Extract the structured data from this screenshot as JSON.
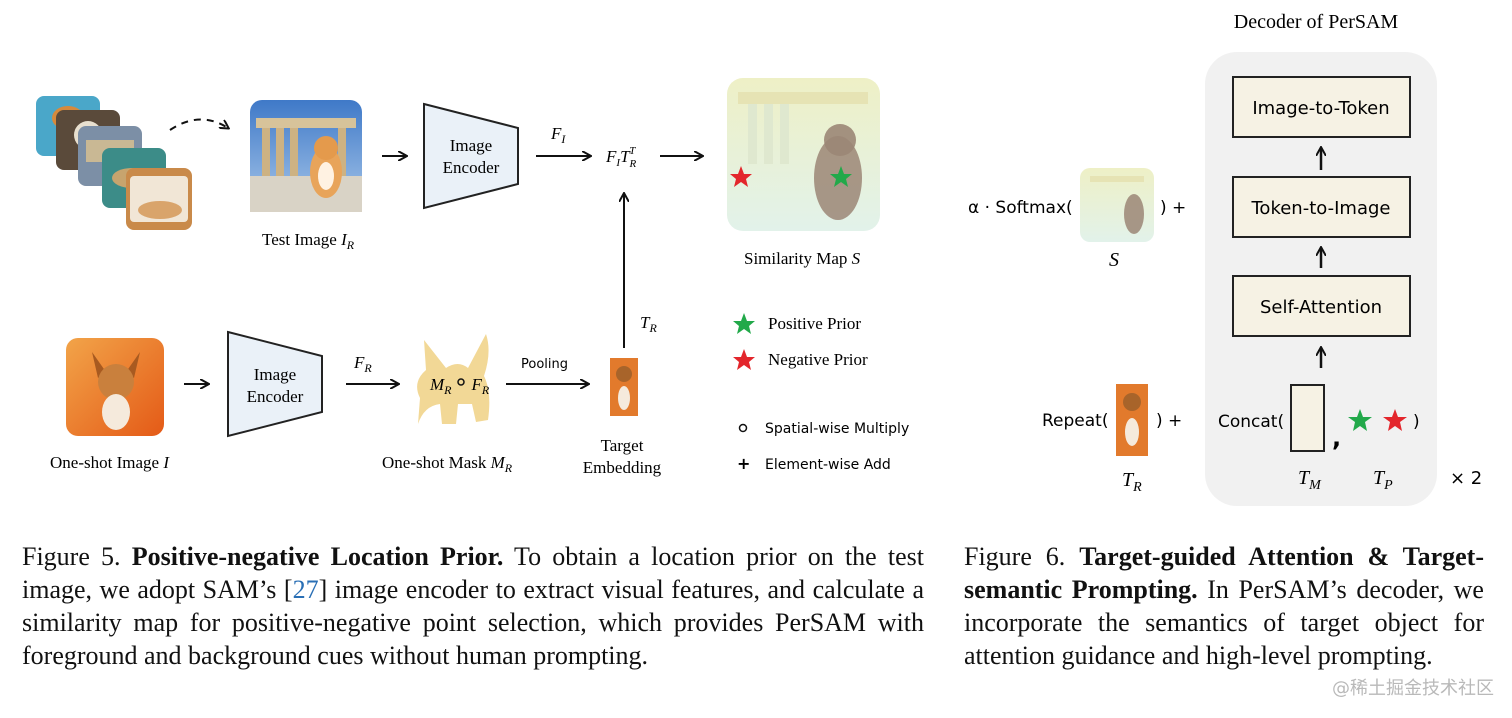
{
  "fig5": {
    "test_image_label": "Test Image ",
    "test_image_sym": "I",
    "test_image_sub": "R",
    "encoder_label_1": "Image",
    "encoder_label_2": "Encoder",
    "fi_label": "F",
    "fi_sub": "I",
    "product_label": "F",
    "product_sub1": "I",
    "product_t": "T",
    "product_sub2": "R",
    "product_sup": "T",
    "similarity_label": "Similarity Map ",
    "similarity_sym": "S",
    "tr_label": "T",
    "tr_sub": "R",
    "positive_prior": "Positive Prior",
    "negative_prior": "Negative Prior",
    "oneshot_image_label": "One-shot Image ",
    "oneshot_image_sym": "I",
    "fr_label": "F",
    "fr_sub": "R",
    "mask_expr_m": "M",
    "mask_expr_msub": "R",
    "mask_expr_f": "F",
    "mask_expr_fsub": "R",
    "pooling_label": "Pooling",
    "oneshot_mask_label": "One-shot Mask ",
    "oneshot_mask_sym": "M",
    "oneshot_mask_sub": "R",
    "target_label_1": "Target",
    "target_label_2": "Embedding",
    "spatial_multiply": "Spatial-wise Multiply",
    "element_add": "Element-wise Add"
  },
  "fig6": {
    "title": "Decoder of PerSAM",
    "softmax_prefix": "α · Softmax(",
    "close_plus": ") +",
    "s_label": "S",
    "repeat_prefix": "Repeat(",
    "tr_label": "T",
    "tr_sub": "R",
    "concat_prefix": "Concat(",
    "tm_label": "T",
    "tm_sub": "M",
    "tp_label": "T",
    "tp_sub": "P",
    "comma": ",",
    "close_paren": ")",
    "times_two": "× 2",
    "blocks": [
      "Image-to-Token",
      "Token-to-Image",
      "Self-Attention"
    ]
  },
  "captions": {
    "fig5_prefix": "Figure 5. ",
    "fig5_bold": "Positive-negative Location Prior.",
    "fig5_text_a": " To obtain a location prior on the test image, we adopt SAM’s [",
    "fig5_cite": "27",
    "fig5_text_b": "] image encoder to extract visual features, and calculate a similarity map for positive-negative point selection, which provides PerSAM with foreground and background cues without human prompting.",
    "fig6_prefix": "Figure 6. ",
    "fig6_bold": "Target-guided Attention & Target-semantic Prompting.",
    "fig6_text": " In PerSAM’s decoder, we incorporate the semantics of target object for attention guidance and high-level prompting."
  },
  "watermark": "@稀土掘金技术社区",
  "colors": {
    "positive": "#22a94a",
    "negative": "#e3262c",
    "encoder_fill": "#eaf1f8",
    "block_fill": "#f6f2e4",
    "panel": "#f1f1f1"
  }
}
